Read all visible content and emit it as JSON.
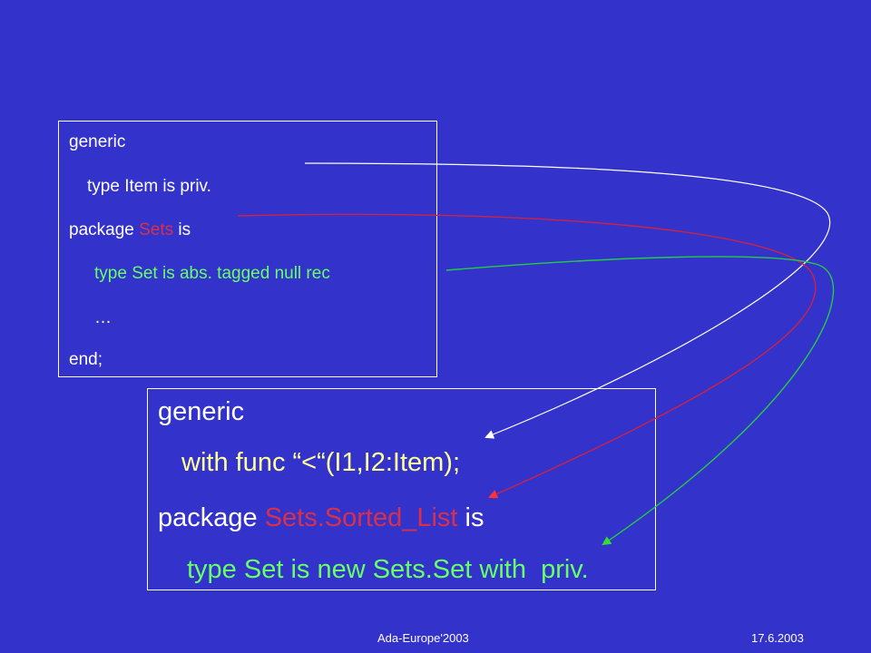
{
  "top_box": {
    "line1": "generic",
    "line2": "type Item is priv.",
    "line3_prefix": "package ",
    "line3_name": "Sets",
    "line3_suffix": " is",
    "line4": "type Set is abs. tagged null rec",
    "line5": "…",
    "line6_end": "end",
    "line6_semicolon": ";"
  },
  "bottom_box": {
    "line1": "generic",
    "line2": "with func “<“(I1,I2:Item);",
    "line3_prefix": "package ",
    "line3_name": "Sets.Sorted_List",
    "line3_suffix": " is",
    "line4": "type Set is new Sets.Set with  priv."
  },
  "footer": {
    "left": "Ada-Europe'2003",
    "right": "17.6.2003"
  },
  "colors": {
    "background": "#3333cc",
    "text": "#ffffff",
    "highlight_red": "#d9304a",
    "highlight_green": "#66ff66",
    "highlight_yellow": "#ffff99"
  }
}
